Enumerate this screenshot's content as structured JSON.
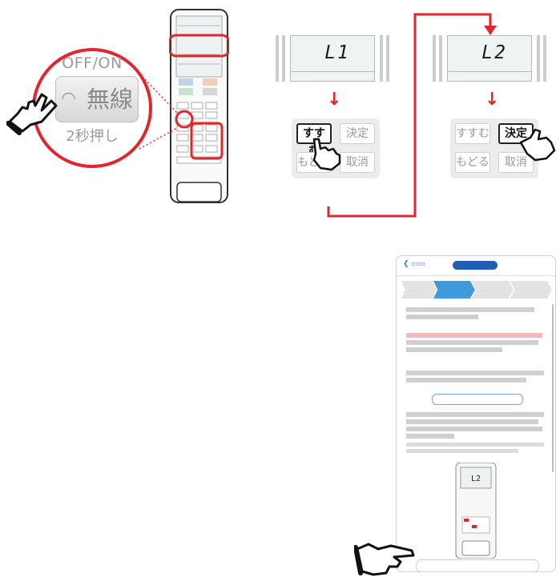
{
  "remote_callout": {
    "top_label": "OFF/ON",
    "button_label": "無線",
    "bottom_label": "2秒押し"
  },
  "panel_left": {
    "lcd_code": "L1",
    "buttons": {
      "next": "すすむ",
      "decide": "決定",
      "back": "もどる",
      "cancel": "取消"
    },
    "active": "next"
  },
  "panel_right": {
    "lcd_code": "L2",
    "buttons": {
      "next": "すすむ",
      "decide": "決定",
      "back": "もどる",
      "cancel": "取消"
    },
    "active": "decide"
  },
  "colors": {
    "accent_red": "#e0262e",
    "app_blue": "#1e5fb4",
    "step_blue": "#3f9ad9"
  }
}
